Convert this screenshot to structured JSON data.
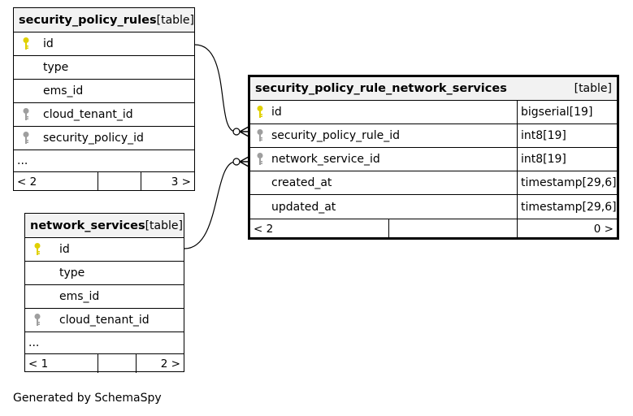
{
  "tables": {
    "spr": {
      "name": "security_policy_rules",
      "tag": "[table]",
      "columns": [
        {
          "name": "id",
          "icon": "primary-key-icon"
        },
        {
          "name": "type",
          "icon": ""
        },
        {
          "name": "ems_id",
          "icon": ""
        },
        {
          "name": "cloud_tenant_id",
          "icon": "foreign-key-icon"
        },
        {
          "name": "security_policy_id",
          "icon": "foreign-key-icon"
        }
      ],
      "ellipsis": "...",
      "footer": {
        "parents": "< 2",
        "children": "3 >"
      }
    },
    "ns": {
      "name": "network_services",
      "tag": "[table]",
      "columns": [
        {
          "name": "id",
          "icon": "primary-key-icon"
        },
        {
          "name": "type",
          "icon": ""
        },
        {
          "name": "ems_id",
          "icon": ""
        },
        {
          "name": "cloud_tenant_id",
          "icon": "foreign-key-icon"
        }
      ],
      "ellipsis": "...",
      "footer": {
        "parents": "< 1",
        "children": "2 >"
      }
    },
    "sprns": {
      "name": "security_policy_rule_network_services",
      "tag": "[table]",
      "columns": [
        {
          "name": "id",
          "type": "bigserial[19]",
          "icon": "primary-key-icon"
        },
        {
          "name": "security_policy_rule_id",
          "type": "int8[19]",
          "icon": "foreign-key-icon"
        },
        {
          "name": "network_service_id",
          "type": "int8[19]",
          "icon": "foreign-key-icon"
        },
        {
          "name": "created_at",
          "type": "timestamp[29,6]",
          "icon": ""
        },
        {
          "name": "updated_at",
          "type": "timestamp[29,6]",
          "icon": ""
        }
      ],
      "footer": {
        "parents": "< 2",
        "children": "0 >"
      }
    }
  },
  "colors": {
    "primary_key": "#e0d000",
    "foreign_key": "#9e9e9e"
  },
  "generated_by": "Generated by SchemaSpy"
}
